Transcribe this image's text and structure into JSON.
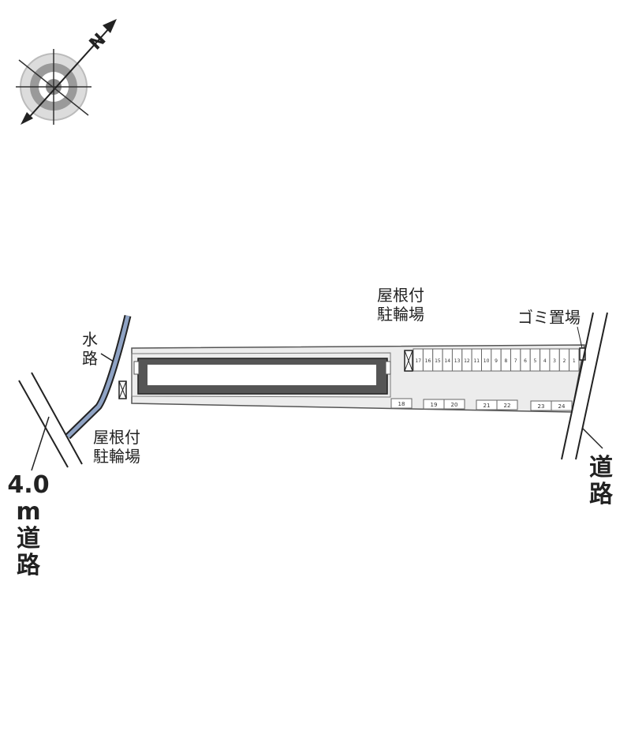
{
  "compass": {
    "north_label": "N"
  },
  "labels": {
    "waterway": [
      "水",
      "路"
    ],
    "bike_roof_top": [
      "屋根付",
      "駐輪場"
    ],
    "bike_roof_left": [
      "屋根付",
      "駐輪場"
    ],
    "garbage": "ゴミ置場",
    "road_right": [
      "道",
      "路"
    ],
    "road_left_width": "4.0",
    "road_left_unit": "m",
    "road_left_name": [
      "道",
      "路"
    ]
  },
  "parking_row_top": [
    "17",
    "16",
    "15",
    "14",
    "13",
    "12",
    "11",
    "10",
    "9",
    "8",
    "7",
    "6",
    "5",
    "4",
    "3",
    "2",
    "1"
  ],
  "parking_bottom": [
    {
      "nums": [
        "18"
      ]
    },
    {
      "nums": [
        "19",
        "20"
      ]
    },
    {
      "nums": [
        "21",
        "22"
      ]
    },
    {
      "nums": [
        "23",
        "24"
      ]
    }
  ],
  "colors": {
    "lot_fill": "#ececec",
    "building_dark": "#555555",
    "water": "#8fa3c4",
    "line": "#222222"
  }
}
